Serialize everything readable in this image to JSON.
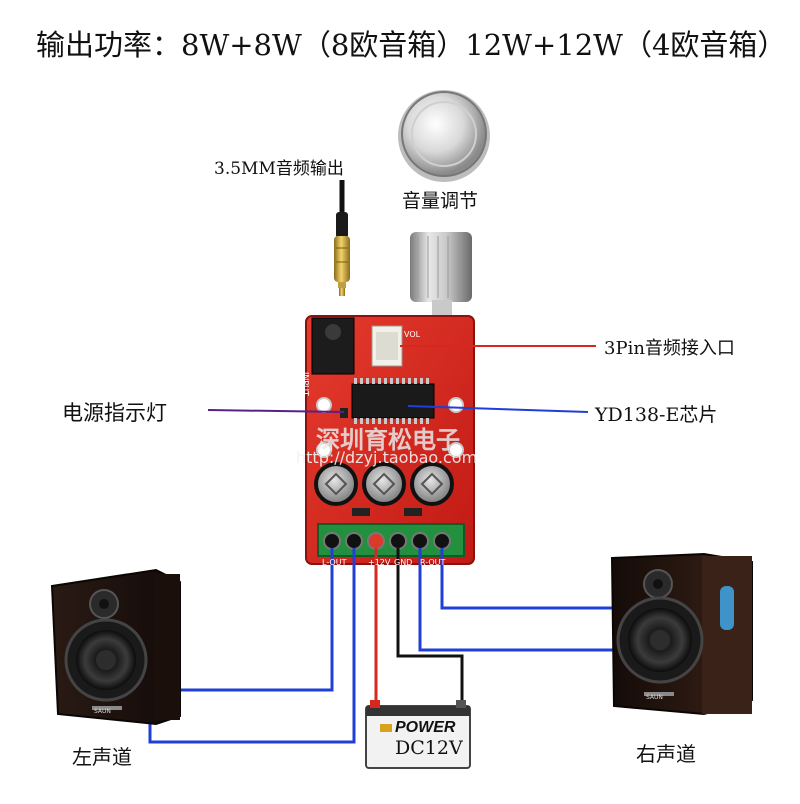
{
  "title": "输出功率：8W+8W（8欧音箱）12W+12W（4欧音箱）",
  "labels": {
    "jack_output": "3.5MM音频输出",
    "volume": "音量调节",
    "pin_input": "3Pin音频接入口",
    "power_led": "电源指示灯",
    "chip": "YD138-E芯片",
    "left_channel": "左声道",
    "right_channel": "右声道"
  },
  "battery": {
    "label": "POWER",
    "voltage": "DC12V"
  },
  "watermark": {
    "shop_name": "深圳育松电子",
    "url": "http://dzyj.taobao.com"
  },
  "board": {
    "input_marking": "INPUT",
    "vol_marking": "VOL",
    "terminal_markings": [
      "L-OUT",
      "+12V",
      "GND",
      "R-OUT"
    ],
    "speaker_brand": "SAUN"
  },
  "colors": {
    "board_red": "#d8251f",
    "wire_blue": "#1f3fd6",
    "wire_red": "#d8271f",
    "wire_black": "#111111",
    "wire_purple": "#5a1f8a",
    "terminal_green": "#1f8a3a"
  }
}
